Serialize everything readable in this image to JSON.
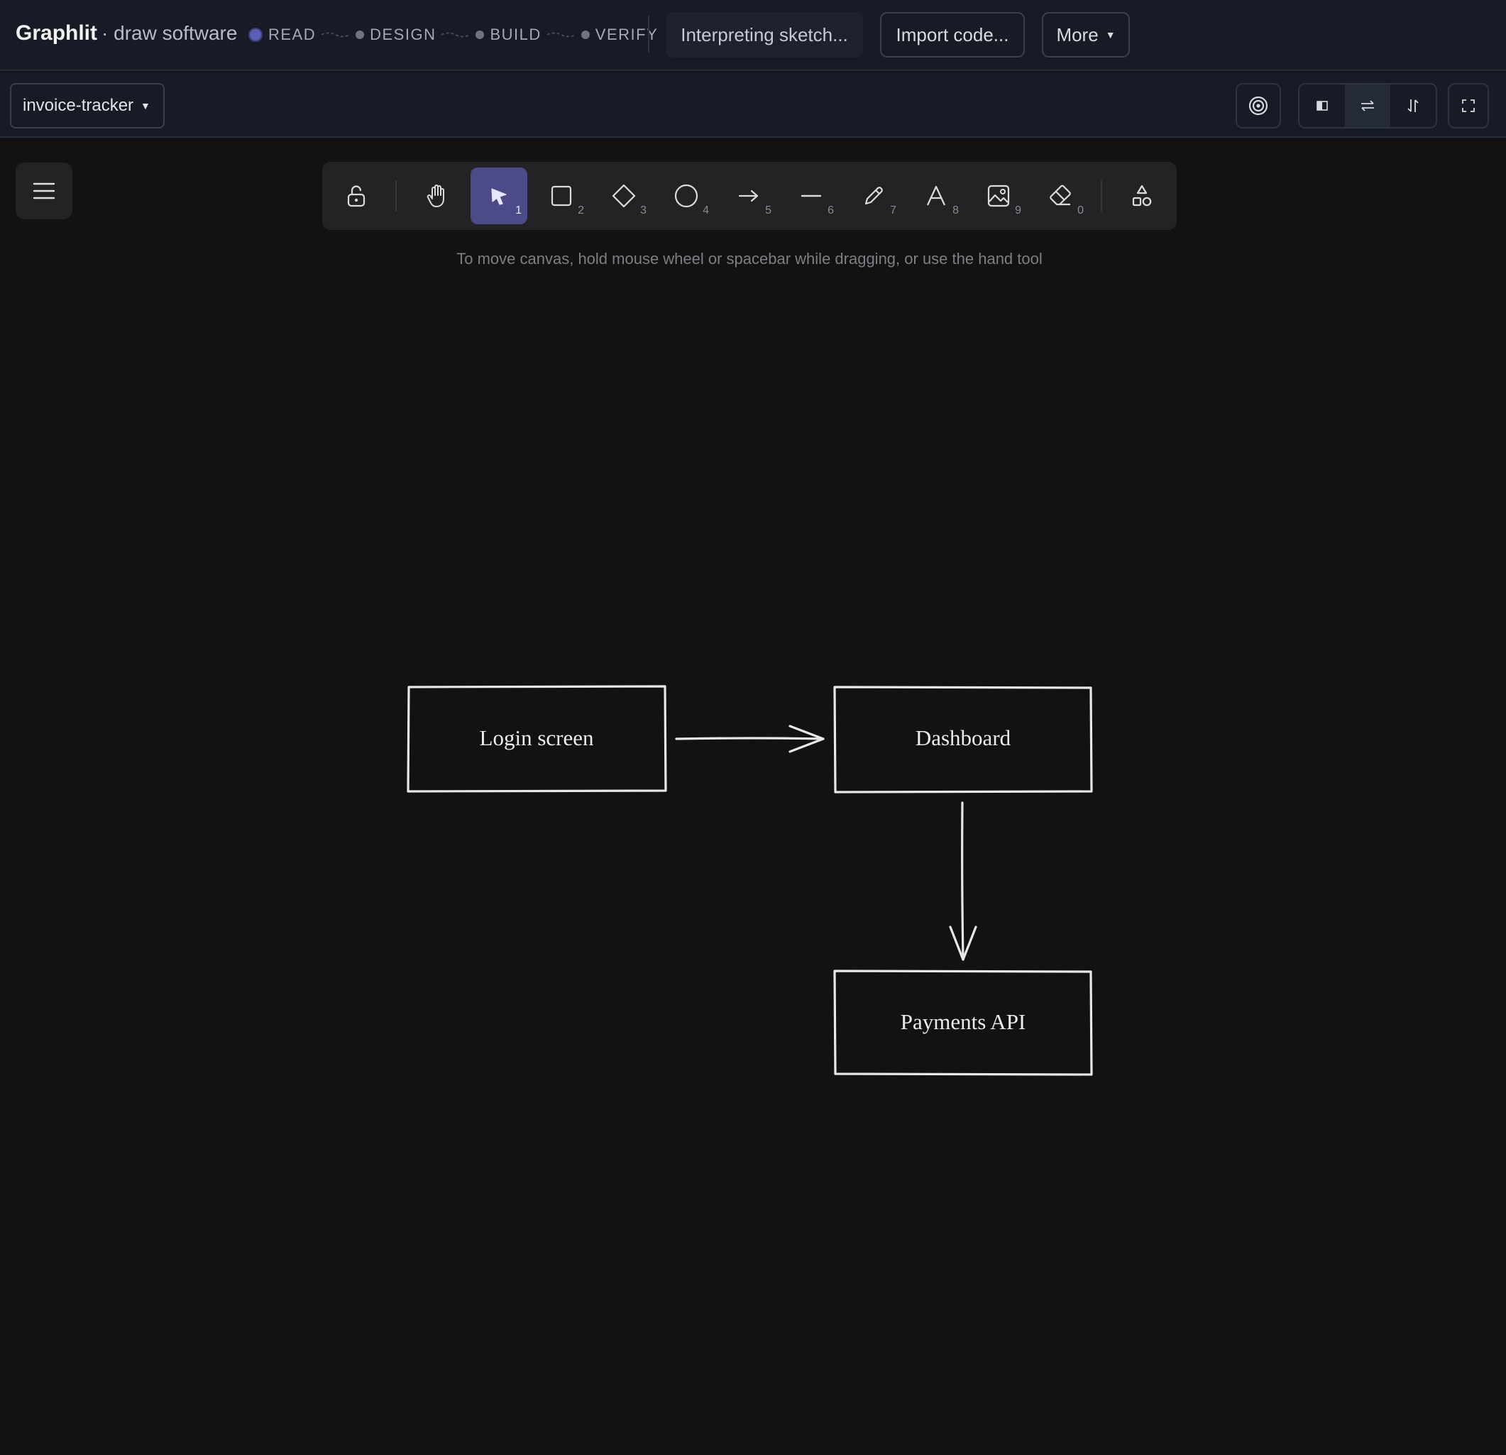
{
  "app": {
    "name": "Graphlit",
    "tagline": "· draw software"
  },
  "steps": [
    {
      "label": "READ",
      "active": true
    },
    {
      "label": "DESIGN",
      "active": false
    },
    {
      "label": "BUILD",
      "active": false
    },
    {
      "label": "VERIFY",
      "active": false
    }
  ],
  "header": {
    "status_label": "Interpreting sketch...",
    "import_label": "Import code...",
    "more_label": "More"
  },
  "project": {
    "name": "invoice-tracker"
  },
  "toolbar": {
    "tools": [
      {
        "icon": "lock-open-icon",
        "key": ""
      },
      {
        "icon": "hand-icon",
        "key": ""
      },
      {
        "icon": "pointer-icon",
        "key": "1",
        "selected": true
      },
      {
        "icon": "rectangle-icon",
        "key": "2"
      },
      {
        "icon": "diamond-icon",
        "key": "3"
      },
      {
        "icon": "ellipse-icon",
        "key": "4"
      },
      {
        "icon": "arrow-icon",
        "key": "5"
      },
      {
        "icon": "line-icon",
        "key": "6"
      },
      {
        "icon": "pencil-icon",
        "key": "7"
      },
      {
        "icon": "text-icon",
        "key": "8"
      },
      {
        "icon": "image-icon",
        "key": "9"
      },
      {
        "icon": "eraser-icon",
        "key": "0"
      },
      {
        "icon": "shapes-library-icon",
        "key": ""
      }
    ]
  },
  "canvas": {
    "hint": "To move canvas, hold mouse wheel or spacebar while dragging, or use the hand tool",
    "nodes": [
      {
        "label": "Login screen"
      },
      {
        "label": "Dashboard"
      },
      {
        "label": "Payments API"
      }
    ]
  },
  "colors": {
    "accent": "#4c4a87",
    "canvas": "#121212",
    "header": "#171b26",
    "stroke": "#e8e8e8"
  }
}
